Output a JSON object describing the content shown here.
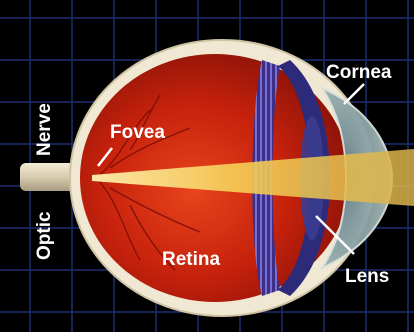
{
  "labels": {
    "cornea": "Cornea",
    "fovea": "Fovea",
    "retina": "Retina",
    "lens": "Lens",
    "optic": "Optic",
    "nerve": "Nerve"
  },
  "colors": {
    "background": "#000000",
    "grid": "#1c2d70",
    "sclera": "#f0e8d2",
    "interior": "#c2200c",
    "iris": "#2d2a7a",
    "cornea": "#8ea4a8",
    "light_beam": "#f4cf5a",
    "label_text": "#ffffff"
  }
}
